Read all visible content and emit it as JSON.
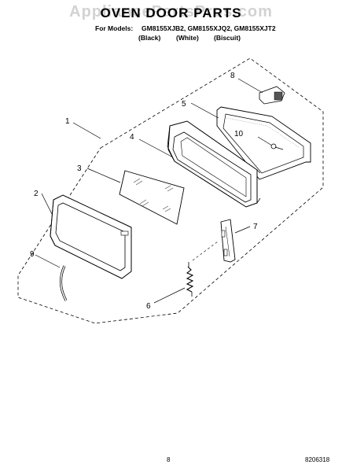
{
  "header": {
    "watermark": "AppliancePartsPros.com",
    "title": "OVEN DOOR PARTS",
    "models_label": "For Models:",
    "models": "GM8155XJB2, GM8155XJQ2, GM8155XJT2",
    "colors": [
      "(Black)",
      "(White)",
      "(Biscuit)"
    ]
  },
  "callouts": [
    "1",
    "2",
    "3",
    "4",
    "5",
    "6",
    "7",
    "8",
    "9",
    "10"
  ],
  "footer": {
    "page_number": "8",
    "doc_code": "8206318"
  }
}
